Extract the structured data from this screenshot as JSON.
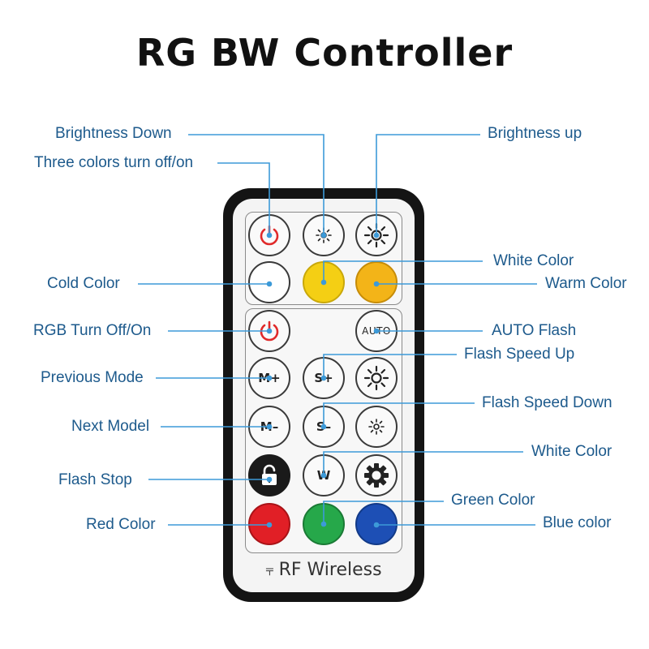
{
  "title": "RG BW Controller",
  "labels": {
    "brightness_down": "Brightness Down",
    "brightness_up": "Brightness up",
    "three_colors": "Three colors turn off/on",
    "white_color_top": "White Color",
    "cold_color": "Cold Color",
    "warm_color": "Warm Color",
    "rgb_turn": "RGB Turn Off/On",
    "auto_flash": "AUTO Flash",
    "flash_speed_up": "Flash Speed Up",
    "previous_mode": "Previous Mode",
    "flash_speed_down": "Flash Speed Down",
    "next_model": "Next Model",
    "white_color_bottom": "White Color",
    "flash_stop": "Flash Stop",
    "green_color": "Green Color",
    "red_color": "Red Color",
    "blue_color": "Blue color"
  },
  "buttons": {
    "auto": "AUTO",
    "m_plus": "M+",
    "m_minus": "M–",
    "s_plus": "S+",
    "s_minus": "S–",
    "w": "W"
  },
  "footer": "RF Wireless",
  "colors": {
    "label": "#1d5a8c",
    "line": "#3d9ad8",
    "yellow": "#f4cf14",
    "amber": "#f3b418",
    "red": "#e11f26",
    "green": "#26a84a",
    "blue": "#1d4fb5",
    "power_red": "#e02a2a"
  }
}
